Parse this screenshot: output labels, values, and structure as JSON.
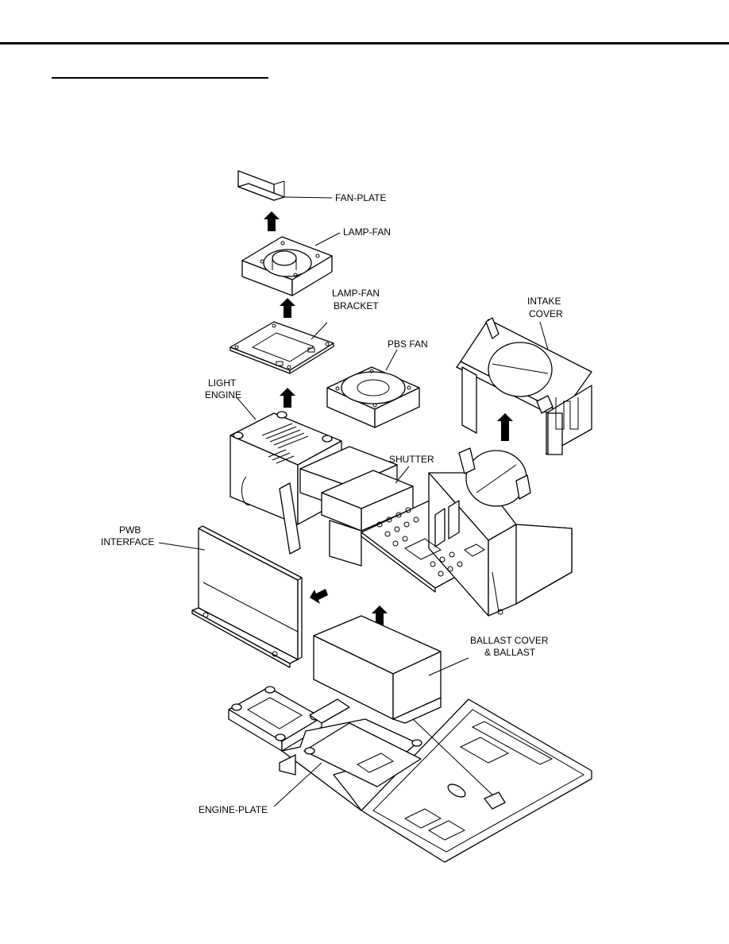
{
  "labels": {
    "fan_plate": "FAN-PLATE",
    "lamp_fan": "LAMP-FAN",
    "lamp_fan_bracket_1": "LAMP-FAN",
    "lamp_fan_bracket_2": "BRACKET",
    "pbs_fan": "PBS FAN",
    "intake_cover_1": "INTAKE",
    "intake_cover_2": "COVER",
    "light_engine_1": "LIGHT",
    "light_engine_2": "ENGINE",
    "shutter": "SHUTTER",
    "pwb_interface_1": "PWB",
    "pwb_interface_2": "INTERFACE",
    "ballast_cover_1": "BALLAST COVER",
    "ballast_cover_2": "& BALLAST",
    "engine_plate": "ENGINE-PLATE"
  },
  "colors": {
    "ink": "#000000",
    "paper": "#ffffff"
  }
}
